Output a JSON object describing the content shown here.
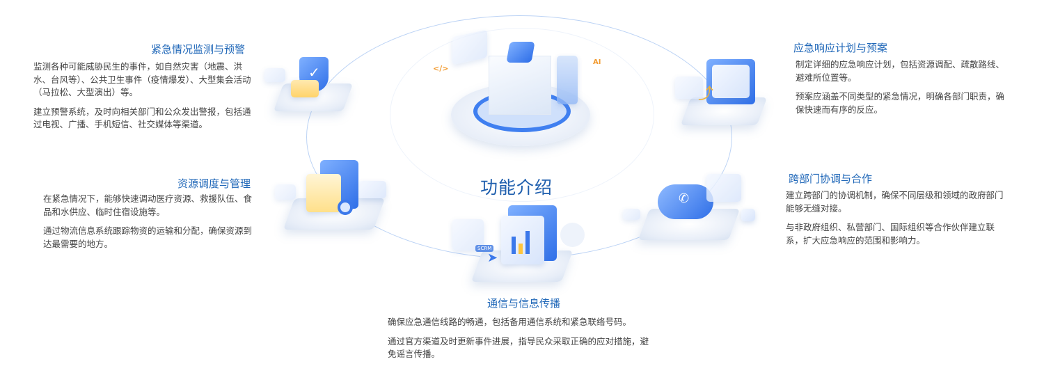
{
  "center_title": "功能介绍",
  "sections": [
    {
      "title": "紧急情况监测与预警",
      "paragraphs": [
        "监测各种可能威胁民生的事件，如自然灾害（地震、洪水、台风等）、公共卫生事件（疫情爆发）、大型集会活动（马拉松、大型演出）等。",
        "建立预警系统，及时向相关部门和公众发出警报，包括通过电视、广播、手机短信、社交媒体等渠道。"
      ]
    },
    {
      "title": "资源调度与管理",
      "paragraphs": [
        "在紧急情况下，能够快速调动医疗资源、救援队伍、食品和水供应、临时住宿设施等。",
        "通过物流信息系统跟踪物资的运输和分配，确保资源到达最需要的地方。"
      ]
    },
    {
      "title": "应急响应计划与预案",
      "paragraphs": [
        "制定详细的应急响应计划，包括资源调配、疏散路线、避难所位置等。",
        "预案应涵盖不同类型的紧急情况，明确各部门职责，确保快速而有序的反应。"
      ]
    },
    {
      "title": "跨部门协调与合作",
      "paragraphs": [
        "建立跨部门的协调机制，确保不同层级和领域的政府部门能够无缝对接。",
        "与非政府组织、私营部门、国际组织等合作伙伴建立联系，扩大应急响应的范围和影响力。"
      ]
    },
    {
      "title": "通信与信息传播",
      "paragraphs": [
        "确保应急通信线路的畅通，包括备用通信系统和紧急联络号码。",
        "通过官方渠道及时更新事件进展，指导民众采取正确的应对措施，避免谣言传播。"
      ]
    }
  ],
  "badges": {
    "ai": "AI",
    "scrm": "SCRM"
  },
  "colors": {
    "accent": "#1f67b8",
    "ring": "#bcd3f5",
    "text": "#444444"
  }
}
